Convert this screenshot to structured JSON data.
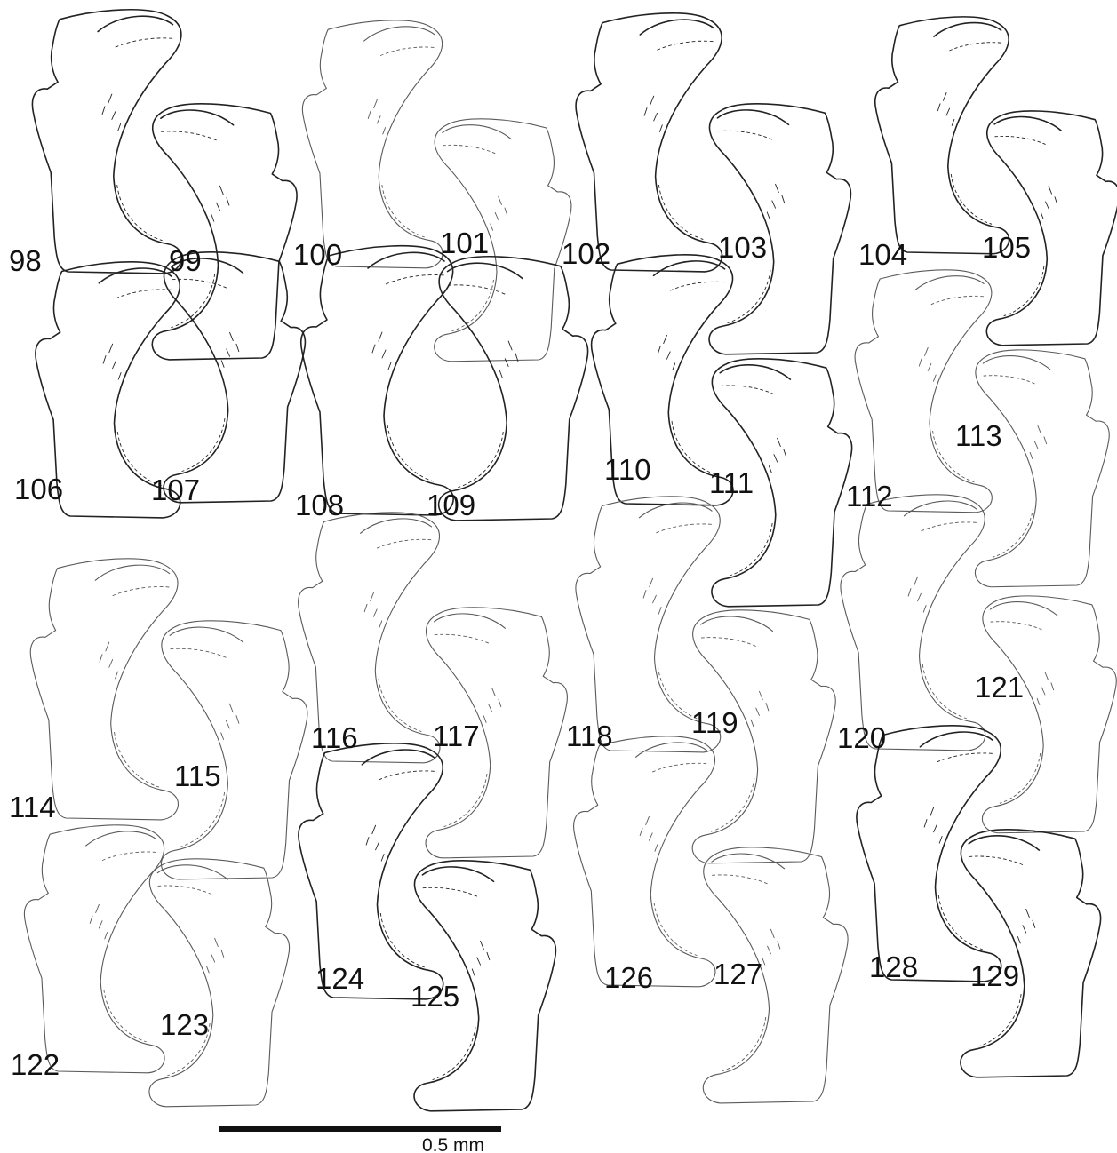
{
  "plate": {
    "figures": [
      {
        "label": "98"
      },
      {
        "label": "99"
      },
      {
        "label": "100"
      },
      {
        "label": "101"
      },
      {
        "label": "102"
      },
      {
        "label": "103"
      },
      {
        "label": "104"
      },
      {
        "label": "105"
      },
      {
        "label": "106"
      },
      {
        "label": "107"
      },
      {
        "label": "108"
      },
      {
        "label": "109"
      },
      {
        "label": "110"
      },
      {
        "label": "111"
      },
      {
        "label": "112"
      },
      {
        "label": "113"
      },
      {
        "label": "114"
      },
      {
        "label": "115"
      },
      {
        "label": "116"
      },
      {
        "label": "117"
      },
      {
        "label": "118"
      },
      {
        "label": "119"
      },
      {
        "label": "120"
      },
      {
        "label": "121"
      },
      {
        "label": "122"
      },
      {
        "label": "123"
      },
      {
        "label": "124"
      },
      {
        "label": "125"
      },
      {
        "label": "126"
      },
      {
        "label": "127"
      },
      {
        "label": "128"
      },
      {
        "label": "129"
      }
    ],
    "scale_bar": {
      "label": "0.5 mm"
    },
    "colors": {
      "ink": "#111111",
      "dark_stroke": "#222222",
      "light_stroke": "#5a5a5a",
      "background": "#ffffff"
    }
  }
}
